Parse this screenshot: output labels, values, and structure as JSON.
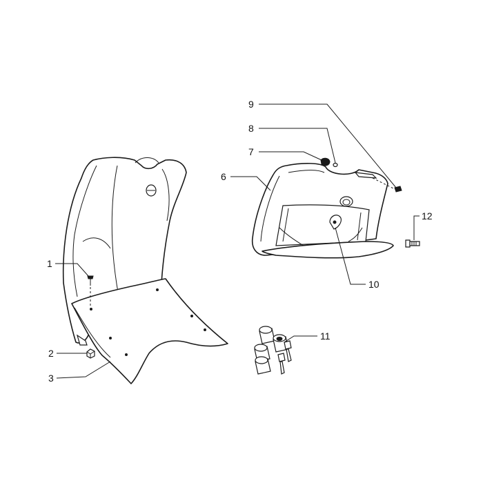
{
  "diagram": {
    "callouts": [
      {
        "id": "1",
        "label": "1"
      },
      {
        "id": "2",
        "label": "2"
      },
      {
        "id": "3",
        "label": "3"
      },
      {
        "id": "6",
        "label": "6"
      },
      {
        "id": "7",
        "label": "7"
      },
      {
        "id": "8",
        "label": "8"
      },
      {
        "id": "9",
        "label": "9"
      },
      {
        "id": "10",
        "label": "10"
      },
      {
        "id": "11",
        "label": "11"
      },
      {
        "id": "12",
        "label": "12"
      }
    ]
  }
}
